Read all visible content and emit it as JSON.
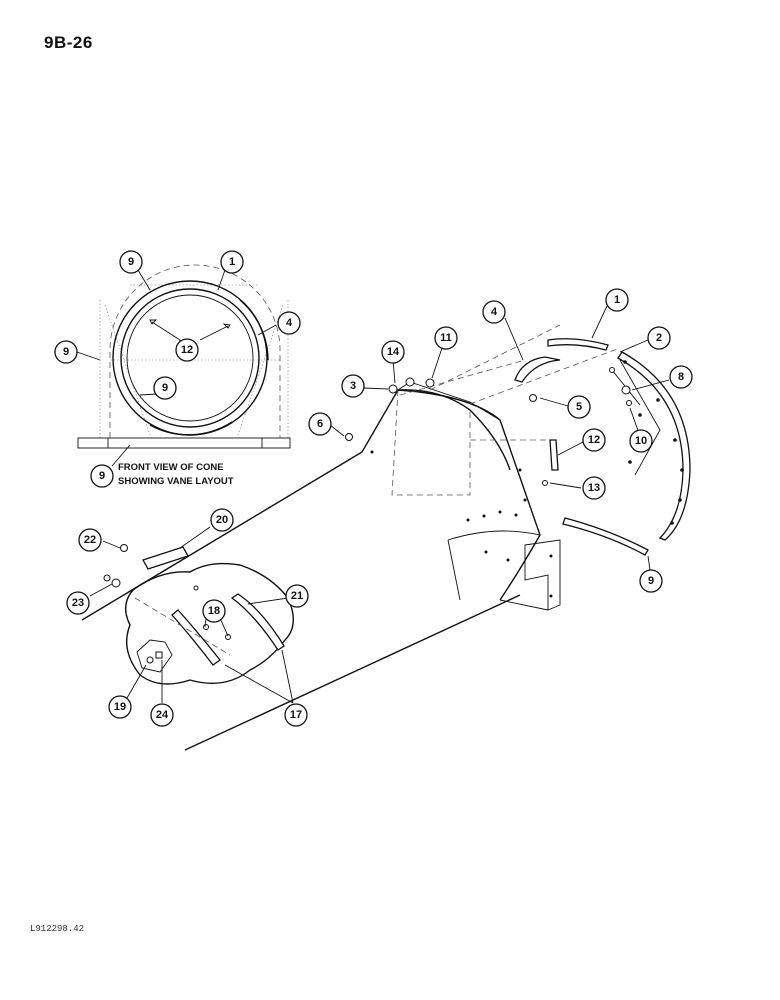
{
  "page": {
    "number": "9B-26",
    "drawing_code": "L912298.42"
  },
  "inset": {
    "caption_line1": "FRONT VIEW OF CONE",
    "caption_line2": "SHOWING VANE LAYOUT"
  },
  "callouts": {
    "inset_9_top": "9",
    "inset_1": "1",
    "inset_4": "4",
    "inset_9_left": "9",
    "inset_12": "12",
    "inset_9_center": "9",
    "inset_9_bottom": "9",
    "main_1": "1",
    "main_2": "2",
    "main_4": "4",
    "main_14": "14",
    "main_11": "11",
    "main_3": "3",
    "main_8": "8",
    "main_5": "5",
    "main_10": "10",
    "main_6": "6",
    "main_12": "12",
    "main_13": "13",
    "main_9": "9",
    "main_20": "20",
    "main_22": "22",
    "main_23": "23",
    "main_21": "21",
    "main_18": "18",
    "main_19": "19",
    "main_24": "24",
    "main_17": "17"
  }
}
